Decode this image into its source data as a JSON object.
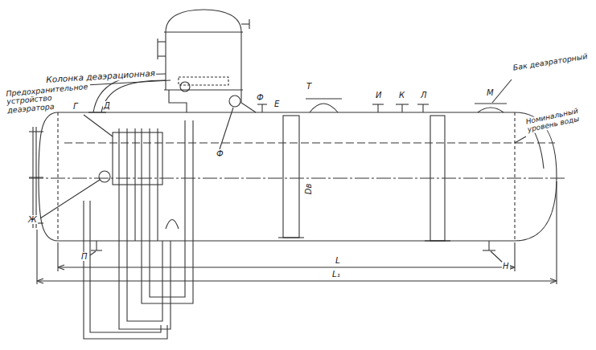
{
  "diagram": {
    "labels": [
      "Колонка деаэрационная",
      "Предохранительное устройство деаэратора",
      "Бак деаэраторный",
      "Номинальный уровень воды",
      "Г",
      "Д",
      "Ф",
      "Е",
      "Т",
      "И",
      "К",
      "Л",
      "М",
      "Ф",
      "Dв",
      "Ж",
      "П",
      "Н",
      "L",
      "L₁"
    ]
  }
}
